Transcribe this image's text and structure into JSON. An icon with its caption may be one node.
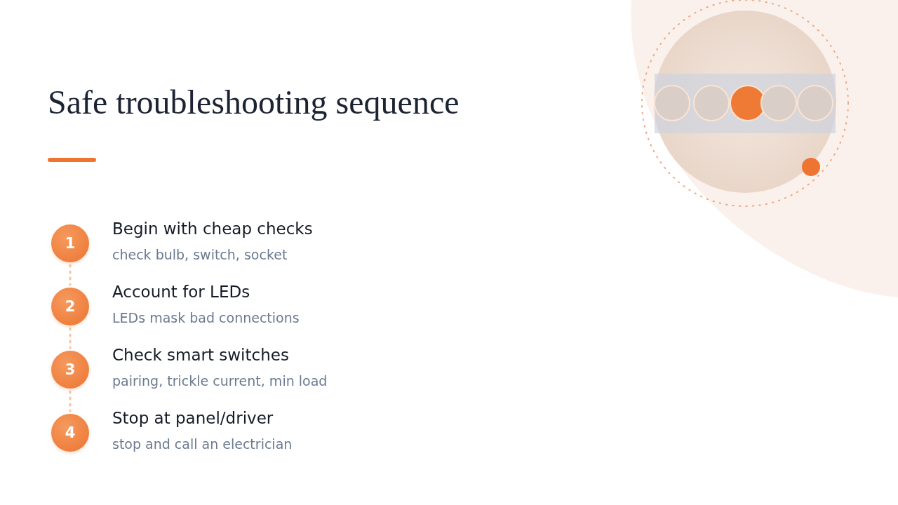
{
  "diagram": {
    "title": "Safe troubleshooting sequence",
    "nodes": [
      {
        "text": [
          "1"
        ],
        "beside": [
          "Begin with cheap checks",
          "check bulb, switch, socket"
        ]
      },
      {
        "text": [
          "2"
        ],
        "beside": [
          "Account for LEDs",
          "LEDs mask bad connections"
        ]
      },
      {
        "text": [
          "3"
        ],
        "beside": [
          "Check smart switches",
          "pairing, trickle current, min load"
        ]
      },
      {
        "text": [
          "4"
        ],
        "beside": [
          "Stop at panel/driver",
          "stop and call an electrician"
        ]
      }
    ],
    "edges": [
      {
        "from": 0,
        "to": 1,
        "arrow": "none",
        "style": "dashed"
      },
      {
        "from": 1,
        "to": 2,
        "arrow": "none",
        "style": "dashed"
      },
      {
        "from": 2,
        "to": 3,
        "arrow": "none",
        "style": "dashed"
      }
    ]
  }
}
